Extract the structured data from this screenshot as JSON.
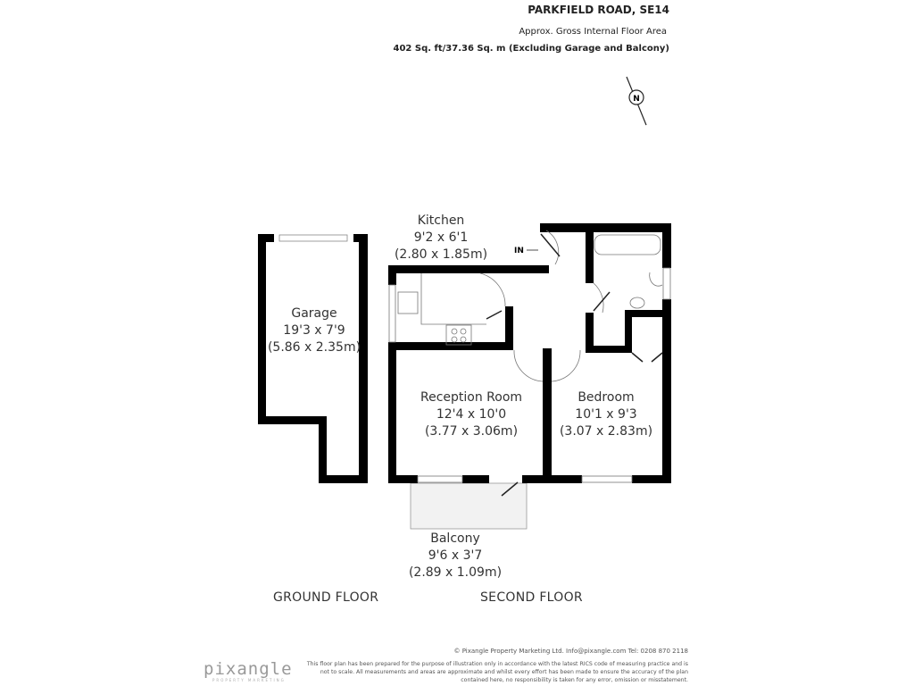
{
  "header": {
    "title": "PARKFIELD ROAD, SE14",
    "area_label": "Approx. Gross Internal Floor Area",
    "area_value": "402 Sq. ft/37.36 Sq. m (Excluding Garage and Balcony)"
  },
  "compass": {
    "label": "N"
  },
  "entrance_label": "IN",
  "rooms": {
    "garage": {
      "name": "Garage",
      "imperial": "19'3 x 7'9",
      "metric": "(5.86 x 2.35m)"
    },
    "kitchen": {
      "name": "Kitchen",
      "imperial": "9'2 x 6'1",
      "metric": "(2.80 x 1.85m)"
    },
    "reception": {
      "name": "Reception Room",
      "imperial": "12'4 x 10'0",
      "metric": "(3.77 x 3.06m)"
    },
    "bedroom": {
      "name": "Bedroom",
      "imperial": "10'1 x 9'3",
      "metric": "(3.07 x 2.83m)"
    },
    "balcony": {
      "name": "Balcony",
      "imperial": "9'6 x 3'7",
      "metric": "(2.89 x 1.09m)"
    }
  },
  "floors": {
    "ground": "GROUND FLOOR",
    "second": "SECOND FLOOR"
  },
  "footer": {
    "copyright": "© Pixangle Property Marketing Ltd. Info@pixangle.com Tel: 0208 870 2118",
    "disclaimer_1": "This floor plan has been prepared for the purpose of illustration only in accordance with the latest RICS code of measuring practice and is",
    "disclaimer_2": "not to scale. All measurements and areas are approximate and whilst every effort has been made to ensure the accuracy of the plan",
    "disclaimer_3": "contained here, no responsibility is taken for any error, omission or misstatement."
  },
  "logo": {
    "name": "pixangle",
    "tagline": "PROPERTY MARKETING"
  }
}
